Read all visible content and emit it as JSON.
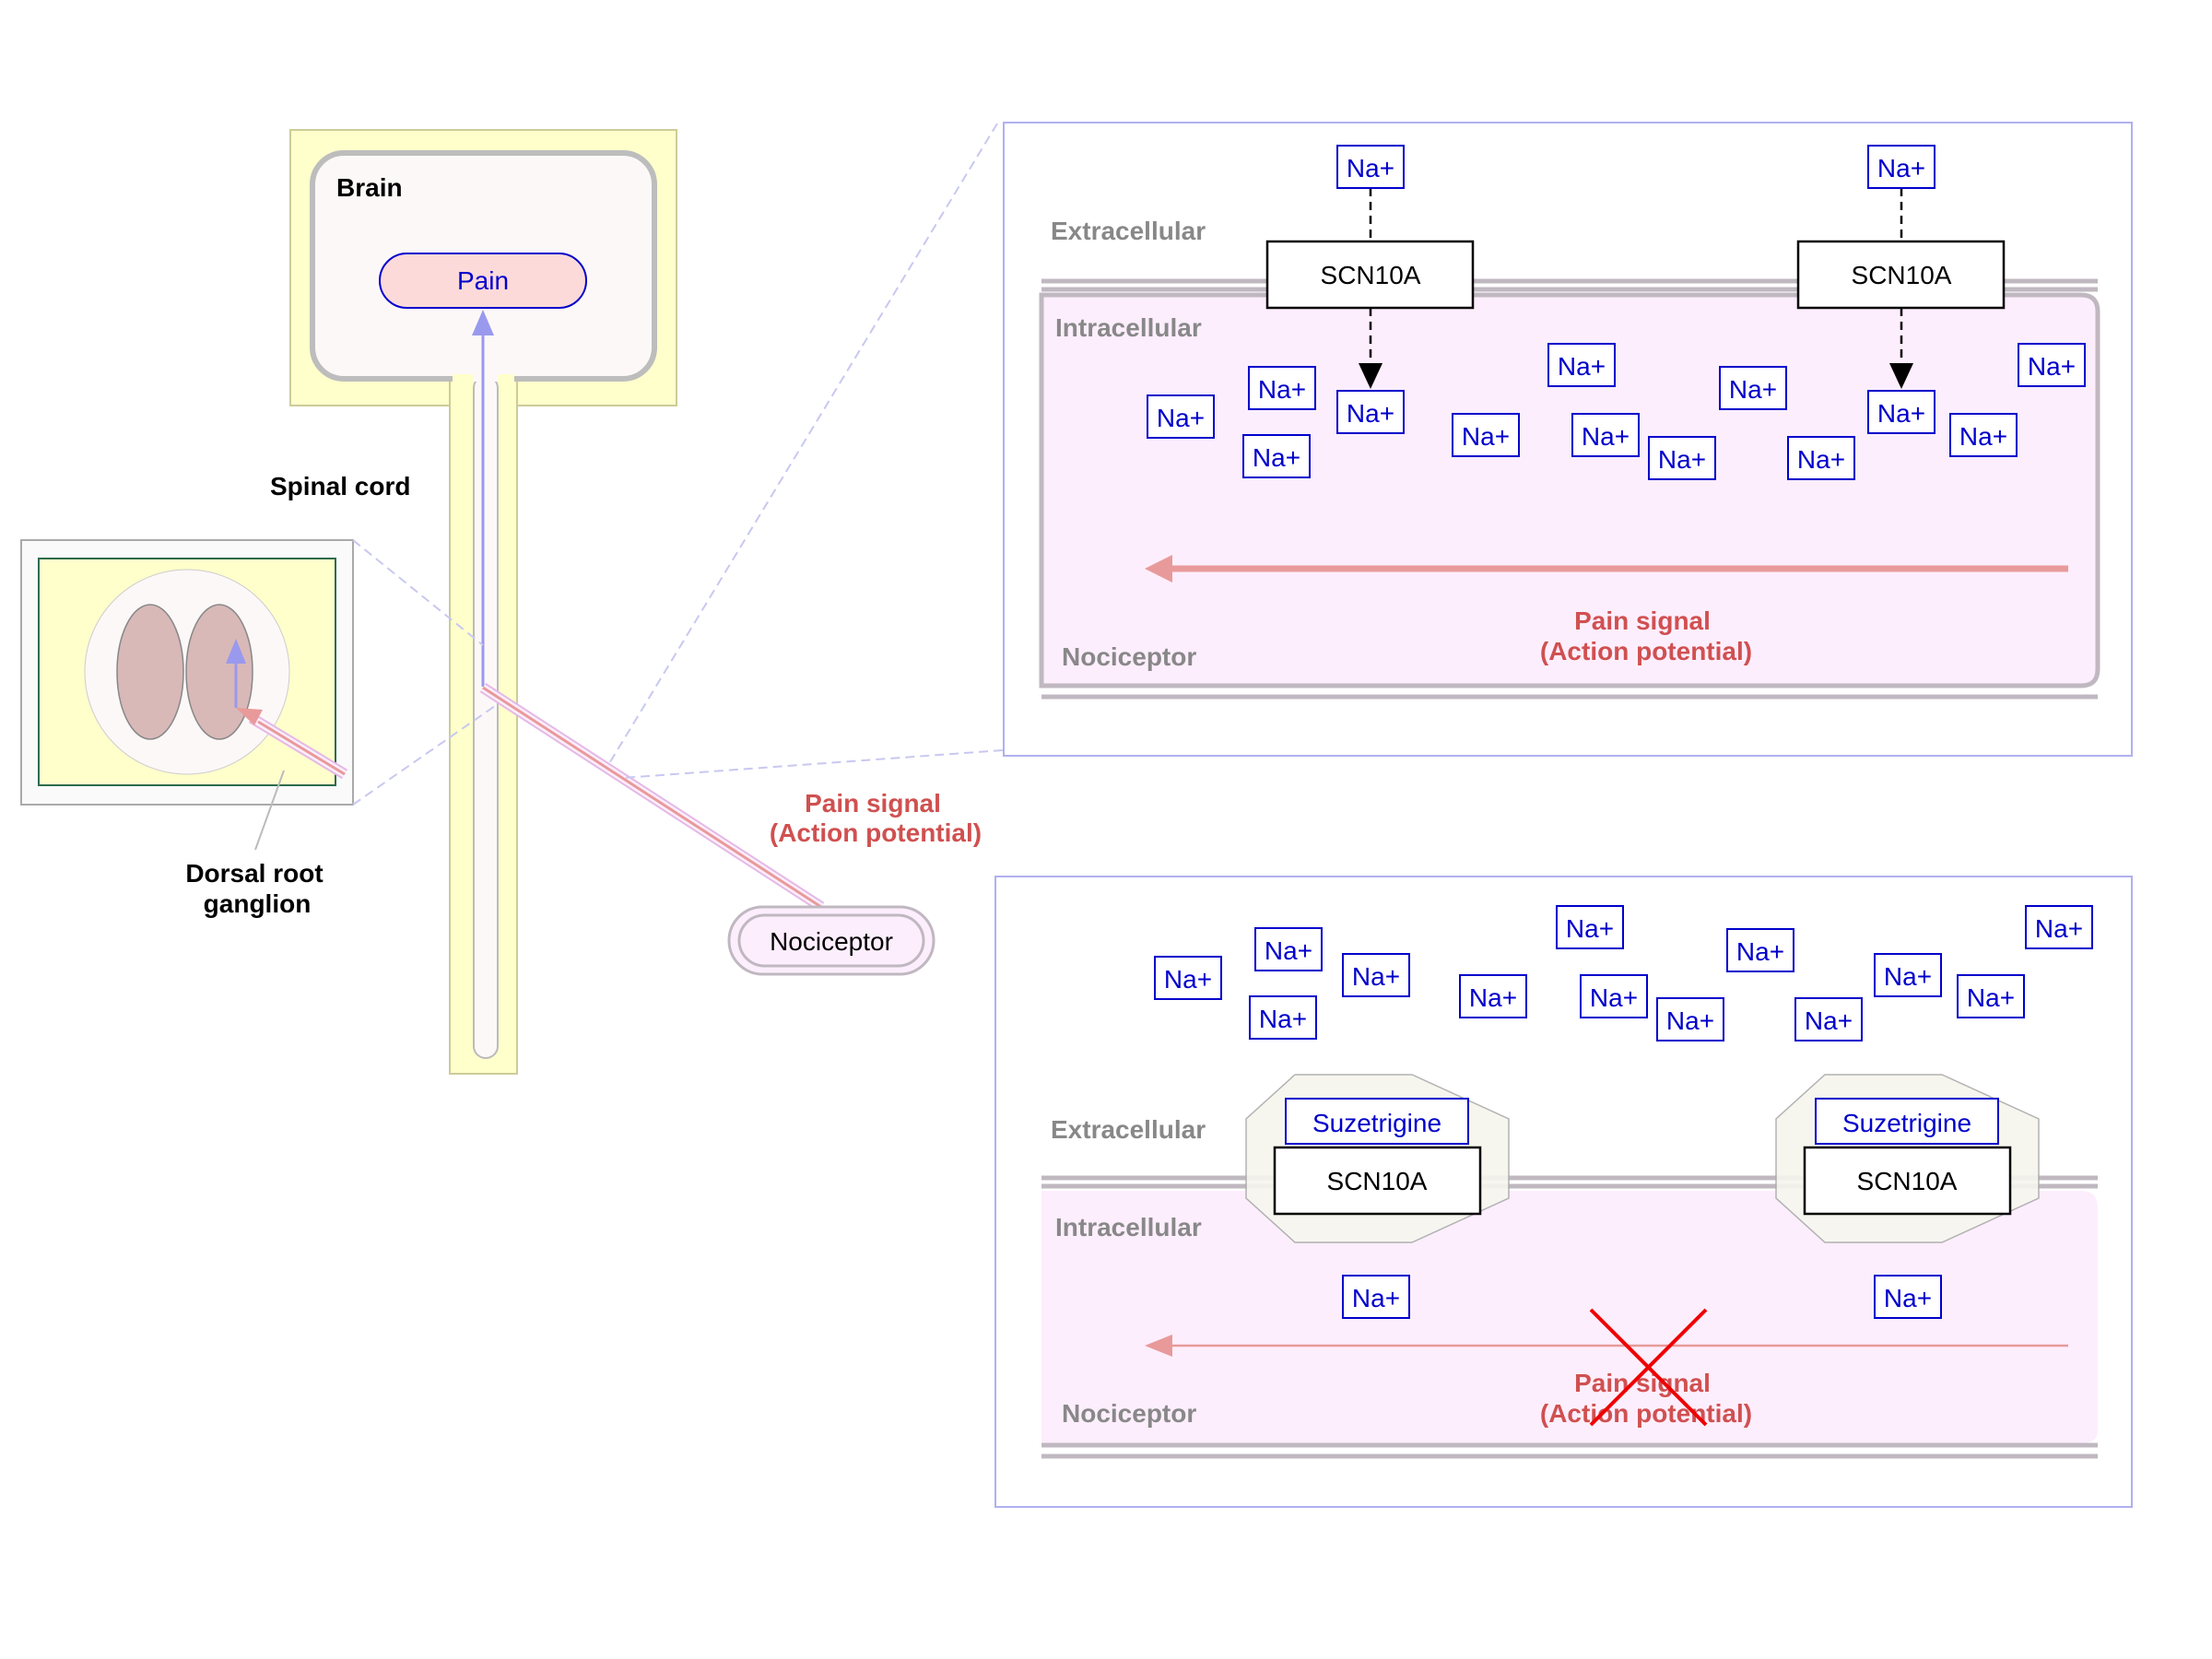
{
  "colors": {
    "yellow_fill": "#ffffcc",
    "yellow_stroke": "#cccc99",
    "cell_fill": "#fdf8f8",
    "membrane": "#c0b8c0",
    "cytoplasm": "#fdeefd",
    "signal_red": "#e89a9a",
    "signal_text": "#d05050",
    "ascending_blue": "#9999ee",
    "ion_blue": "#0000cc",
    "pain_fill": "#fddada",
    "panel_border": "#b0b0f0",
    "ganglion_fill": "#d9b8b8",
    "drug_fill": "#f6f6ee",
    "cross_red": "#ee0000",
    "zoom_line": "#c8c8f0"
  },
  "left": {
    "brain_label": "Brain",
    "pain_label": "Pain",
    "spinal_cord_label": "Spinal cord",
    "drg_label_line1": "Dorsal root",
    "drg_label_line2": "ganglion",
    "signal_line1": "Pain signal",
    "signal_line2": "(Action potential)",
    "nociceptor_label": "Nociceptor"
  },
  "top_panel": {
    "extracellular": "Extracellular",
    "intracellular": "Intracellular",
    "nociceptor": "Nociceptor",
    "channel_label": "SCN10A",
    "ion_label": "Na+",
    "signal_line1": "Pain signal",
    "signal_line2": "(Action potential)"
  },
  "bottom_panel": {
    "extracellular": "Extracellular",
    "intracellular": "Intracellular",
    "nociceptor": "Nociceptor",
    "channel_label": "SCN10A",
    "drug_label": "Suzetrigine",
    "ion_label": "Na+",
    "signal_line1": "Pain signal",
    "signal_line2": "(Action potential)"
  }
}
